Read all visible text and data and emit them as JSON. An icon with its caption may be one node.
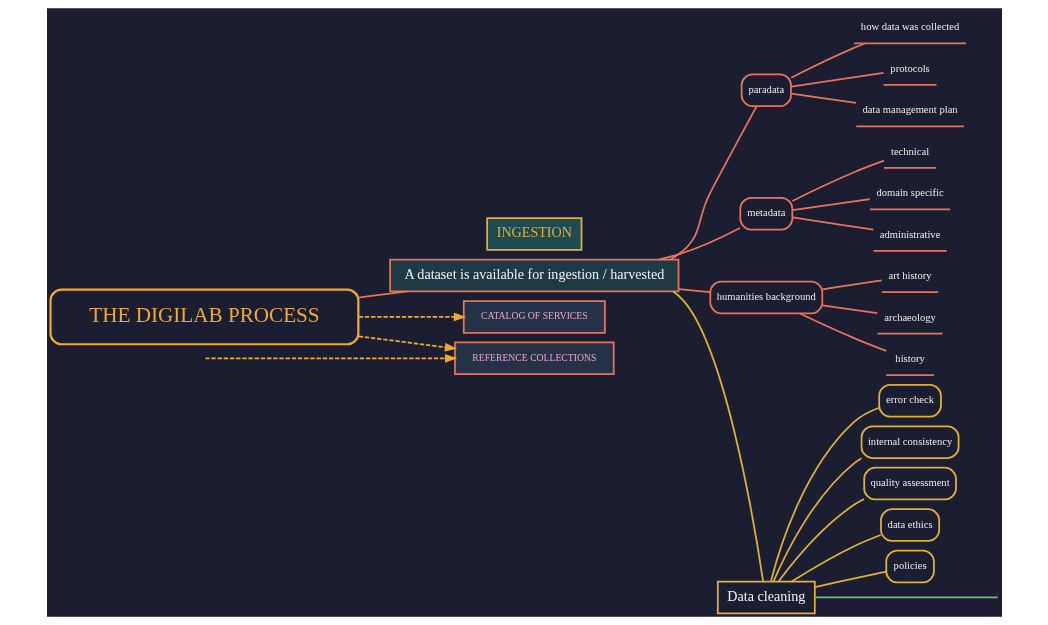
{
  "diagram": {
    "nodes": [
      {
        "text": [
          "THE DIGILAB PROCESS"
        ]
      },
      {
        "text": [
          "INGESTION"
        ]
      },
      {
        "text": [
          "A dataset is available for ingestion / harvested"
        ]
      },
      {
        "text": [
          "paradata"
        ]
      },
      {
        "text": [
          "how data was collected"
        ]
      },
      {
        "text": [
          "protocols"
        ]
      },
      {
        "text": [
          "data management plan"
        ]
      },
      {
        "text": [
          "metadata"
        ]
      },
      {
        "text": [
          "technical"
        ]
      },
      {
        "text": [
          "domain specific"
        ]
      },
      {
        "text": [
          "administrative"
        ]
      },
      {
        "text": [
          "humanities background"
        ]
      },
      {
        "text": [
          "art history"
        ]
      },
      {
        "text": [
          "archaeology"
        ]
      },
      {
        "text": [
          "history"
        ]
      },
      {
        "text": [
          "Data cleaning"
        ]
      },
      {
        "text": [
          "error check"
        ]
      },
      {
        "text": [
          "internal consistency"
        ]
      },
      {
        "text": [
          "quality assessment"
        ]
      },
      {
        "text": [
          "data ethics"
        ]
      },
      {
        "text": [
          "policies"
        ]
      },
      {
        "text": [
          "CATALOG OF SERVICES"
        ]
      },
      {
        "text": [
          "REFERENCE COLLECTIONS"
        ]
      }
    ],
    "edges": [
      {
        "from": 0,
        "to": 2,
        "arrow": "none"
      },
      {
        "from": 2,
        "to": 3,
        "arrow": "none"
      },
      {
        "from": 2,
        "to": 7,
        "arrow": "none"
      },
      {
        "from": 2,
        "to": 11,
        "arrow": "none"
      },
      {
        "from": 3,
        "to": 4,
        "arrow": "none"
      },
      {
        "from": 3,
        "to": 5,
        "arrow": "none"
      },
      {
        "from": 3,
        "to": 6,
        "arrow": "none"
      },
      {
        "from": 7,
        "to": 8,
        "arrow": "none"
      },
      {
        "from": 7,
        "to": 9,
        "arrow": "none"
      },
      {
        "from": 7,
        "to": 10,
        "arrow": "none"
      },
      {
        "from": 11,
        "to": 12,
        "arrow": "none"
      },
      {
        "from": 11,
        "to": 13,
        "arrow": "none"
      },
      {
        "from": 11,
        "to": 14,
        "arrow": "none"
      },
      {
        "from": 2,
        "to": 15,
        "arrow": "none",
        "color": "#e0b030"
      },
      {
        "from": 15,
        "to": 16,
        "arrow": "none",
        "color": "#e0b030"
      },
      {
        "from": 15,
        "to": 17,
        "arrow": "none",
        "color": "#e0b030"
      },
      {
        "from": 15,
        "to": 18,
        "arrow": "none",
        "color": "#e0b030"
      },
      {
        "from": 15,
        "to": 19,
        "arrow": "none",
        "color": "#e0b030"
      },
      {
        "from": 15,
        "to": 20,
        "arrow": "none",
        "color": "#e0b030"
      },
      {
        "from": 15,
        "to": null,
        "arrow": "none",
        "color": "#6cc070"
      },
      {
        "from": 0,
        "to": 21,
        "arrow": "to",
        "style": "dashed",
        "color": "#f0a830"
      },
      {
        "from": 0,
        "to": 22,
        "arrow": "to",
        "style": "dashed",
        "color": "#f0a830"
      },
      {
        "from": null,
        "to": 22,
        "arrow": "to",
        "style": "dashed",
        "color": "#f0a830"
      }
    ]
  }
}
